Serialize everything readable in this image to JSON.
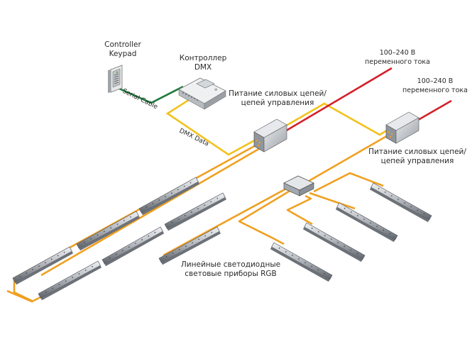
{
  "labels": {
    "keypad": [
      "Controller",
      "Keypad"
    ],
    "controller": [
      "Контроллер",
      "DMX"
    ],
    "serial_cable": "Serial Cable",
    "dmx_data": "DMX Data",
    "power_supply_1": [
      "Питание силовых цепей/",
      "цепей управления"
    ],
    "power_supply_2": [
      "Питание силовых цепей/",
      "цепей управления"
    ],
    "mains_1": [
      "100–240 В",
      "переменного тока"
    ],
    "mains_2": [
      "100–240 В",
      "переменного тока"
    ],
    "fixtures": [
      "Линейные светодиодные",
      "световые приборы RGB"
    ]
  },
  "colors": {
    "serial_cable": "#1e7a3c",
    "dmx_data": "#f2c21b",
    "power_data": "#f0a020",
    "mains": "#d4202a",
    "device_body": "#c8ccd2",
    "device_dark": "#8a8f96",
    "fixture_body": "#b9bdc3"
  },
  "legend_icons": {
    "keypad": "keypad-icon",
    "controller": "dmx-controller-icon",
    "power_supply": "power-supply-icon",
    "splitter": "junction-box-icon",
    "fixture": "led-linear-fixture-icon"
  }
}
